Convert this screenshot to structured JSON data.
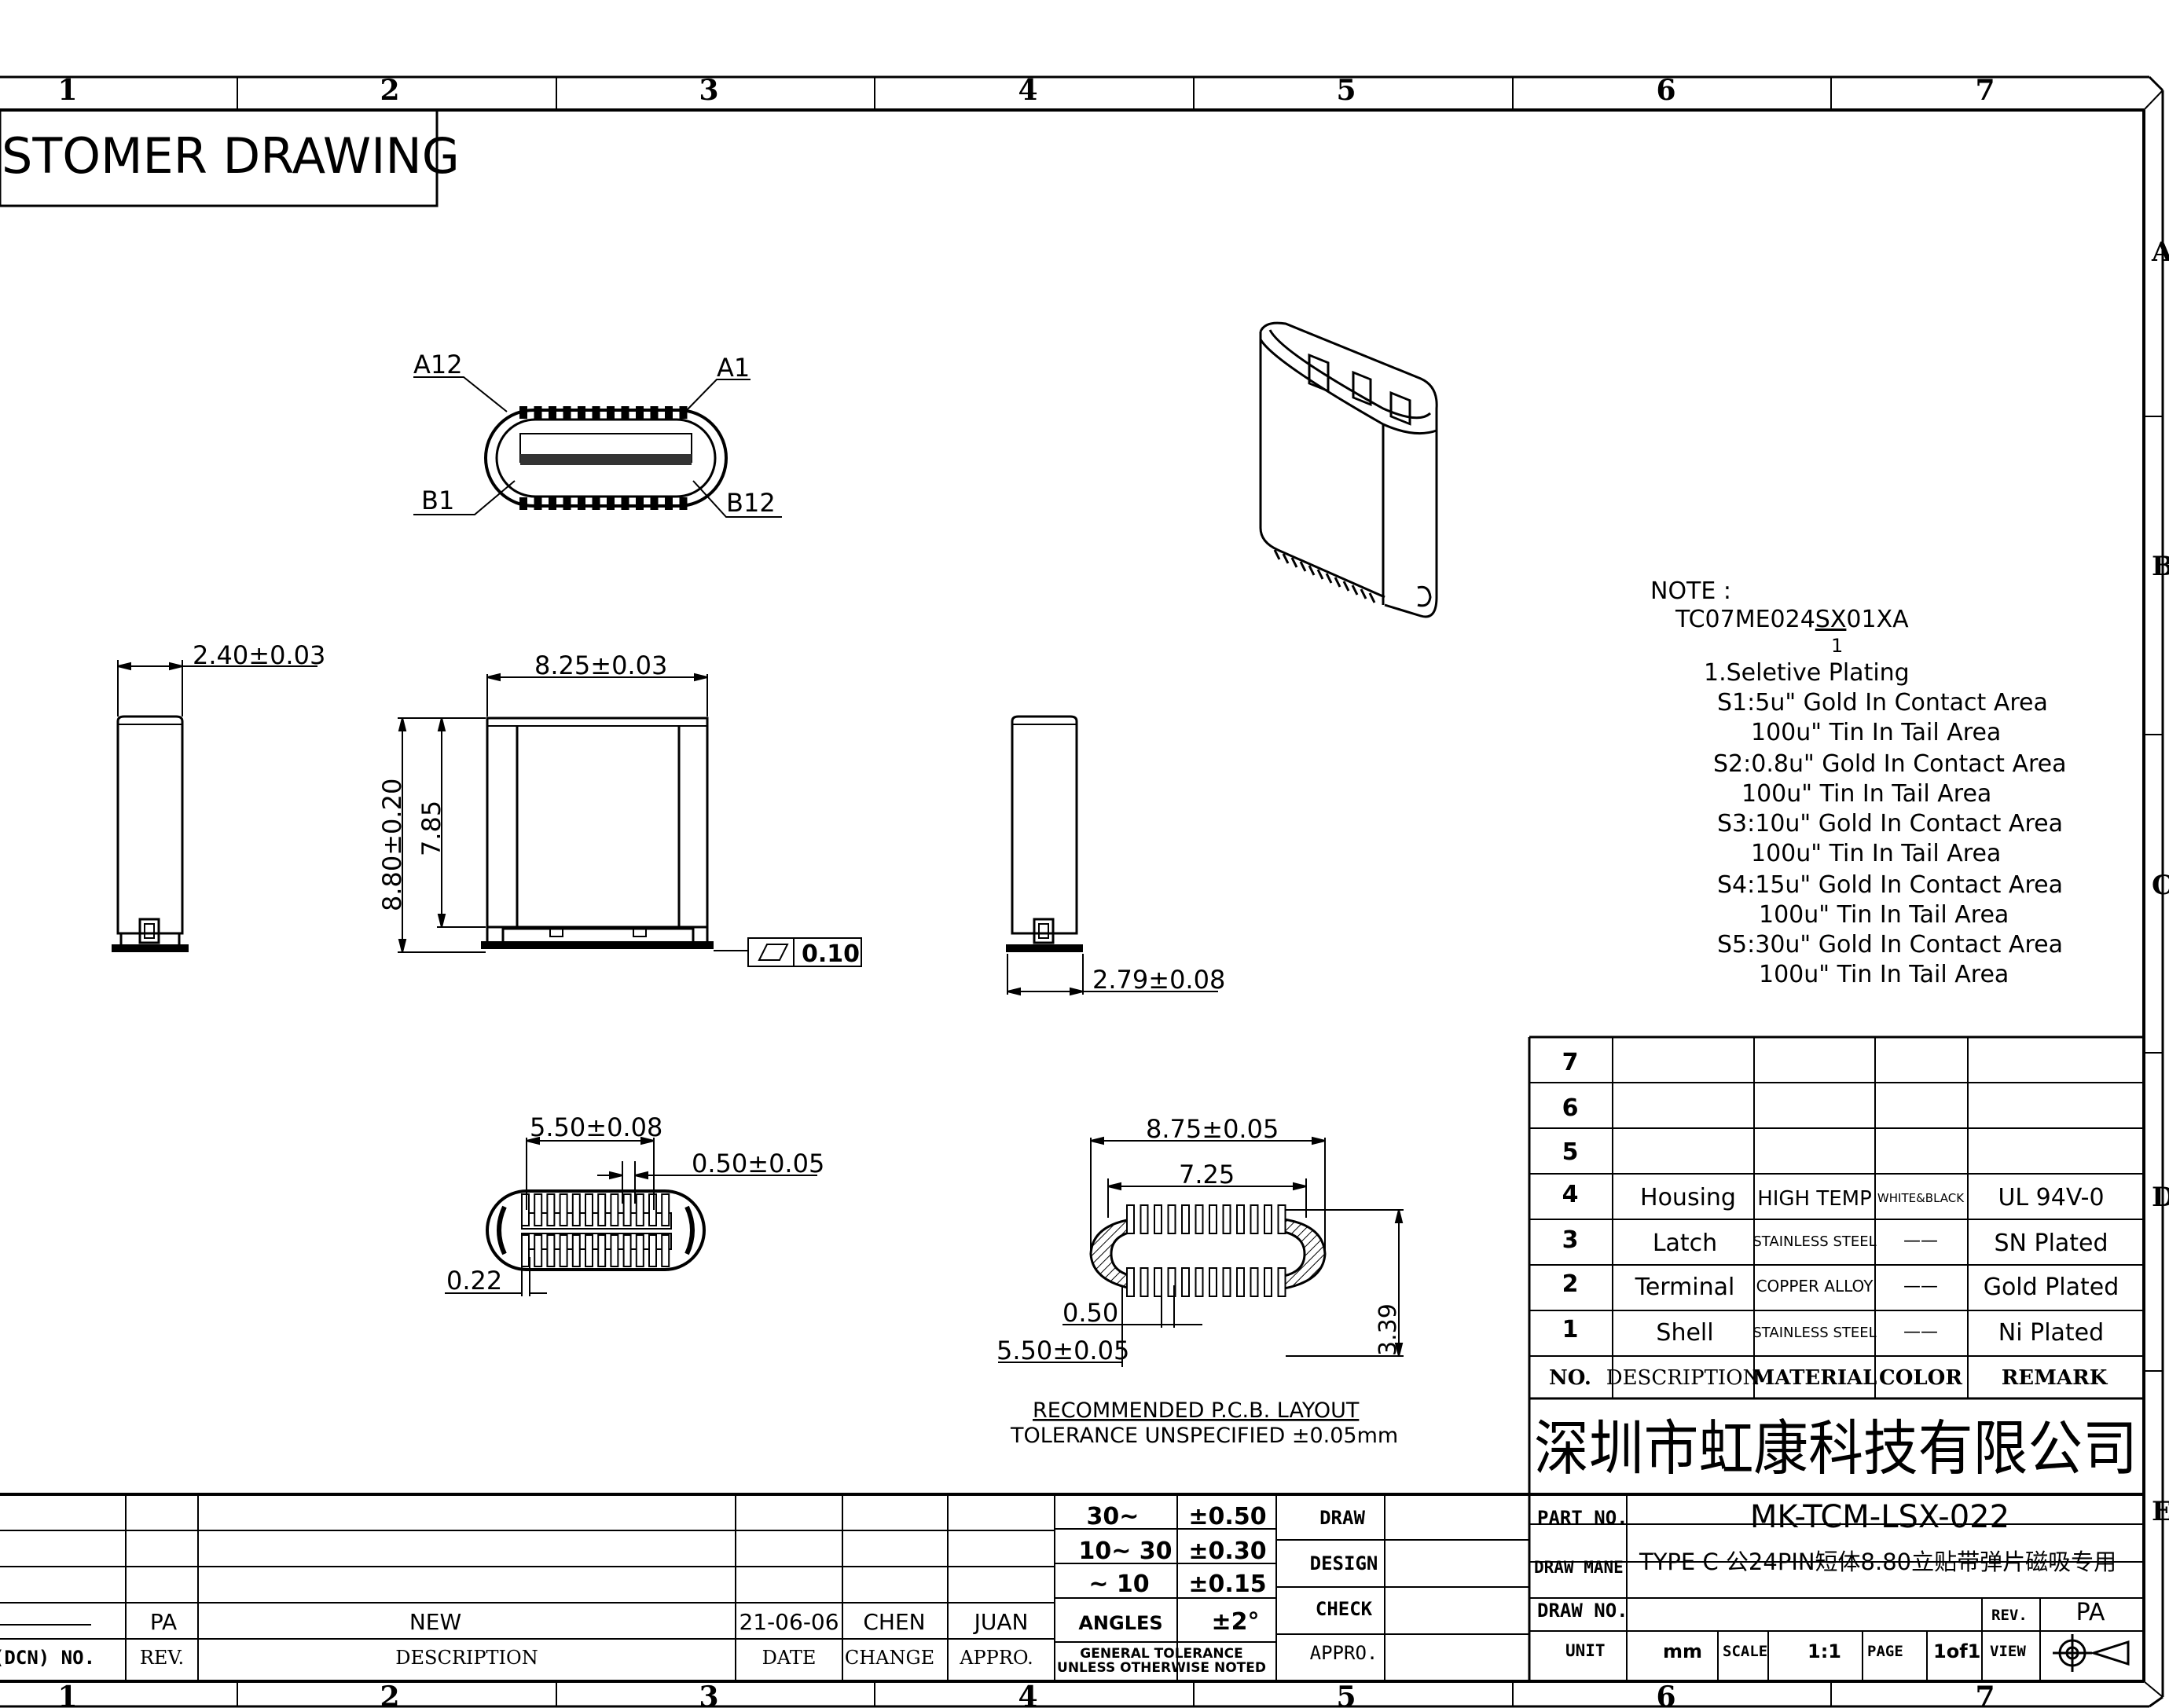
{
  "border": {
    "zone_columns": [
      "1",
      "2",
      "3",
      "4",
      "5",
      "6",
      "7"
    ],
    "zone_rows": [
      "A",
      "B",
      "C",
      "D",
      "E"
    ]
  },
  "header": {
    "title": "STOMER DRAWING"
  },
  "pin_labels": {
    "a12": "A12",
    "a1": "A1",
    "b1": "B1",
    "b12": "B12"
  },
  "dimensions": {
    "side_width": "2.40±0.03",
    "front_width": "8.25±0.03",
    "front_height": "8.80±0.20",
    "front_inner_height": "7.85",
    "flatness": "0.10",
    "side_depth": "2.79±0.08",
    "pitch_span": "5.50±0.08",
    "pad_pitch": "0.50±0.05",
    "pad_width": "0.22",
    "pcb_width": "8.75±0.05",
    "pcb_inner": "7.25",
    "pcb_pitch": "0.50",
    "pcb_span": "5.50±0.05",
    "pcb_height": "3.39"
  },
  "pcb_caption": {
    "line1": "RECOMMENDED   P.C.B.  LAYOUT",
    "line2": "TOLERANCE  UNSPECIFIED  ±0.05mm"
  },
  "notes": {
    "title": "NOTE :",
    "part_code_prefix": "TC07ME024",
    "part_code_mid": "SX",
    "part_code_suffix": "01XA",
    "marker": "1",
    "lines": [
      "1.Seletive  Plating",
      "S1:5u\"  Gold  In  Contact  Area",
      "100u\"  Tin    In  Tail  Area",
      "S2:0.8u\"  Gold  In  Contact  Area",
      "100u\"  Tin    In  Tail  Area",
      "S3:10u\"  Gold  In  Contact  Area",
      "100u\"  Tin    In  Tail  Area",
      "S4:15u\"  Gold  In  Contact  Area",
      "100u\"  Tin    In  Tail  Area",
      "S5:30u\"  Gold  In  Contact  Area",
      "100u\"  Tin    In  Tail  Area"
    ]
  },
  "bom": {
    "empty_rows": [
      "7",
      "6",
      "5"
    ],
    "rows": [
      {
        "no": "4",
        "description": "Housing",
        "material": "HIGH  TEMP",
        "color": "WHITE&BLACK",
        "remark": "UL  94V-0"
      },
      {
        "no": "3",
        "description": "Latch",
        "material": "STAINLESS  STEEL",
        "color": "——",
        "remark": "SN  Plated"
      },
      {
        "no": "2",
        "description": "Terminal",
        "material": "COPPER  ALLOY",
        "color": "——",
        "remark": "Gold  Plated"
      },
      {
        "no": "1",
        "description": "Shell",
        "material": "STAINLESS  STEEL",
        "color": "——",
        "remark": "Ni  Plated"
      }
    ],
    "headers": {
      "no": "NO.",
      "description": "DESCRIPTION",
      "material": "MATERIAL",
      "color": "COLOR",
      "remark": "REMARK"
    }
  },
  "company": "深圳市虹康科技有限公司",
  "title_block": {
    "part_no_label": "PART  NO.",
    "part_no": "MK-TCM-LSX-022",
    "draw_name_label": "DRAW  MANE",
    "draw_name": "TYPE  C   公24PIN短体8.80立贴带弹片磁吸专用",
    "draw_no_label": "DRAW  NO.",
    "rev_label": "REV.",
    "rev": "PA",
    "unit_label": "UNIT",
    "unit": "mm",
    "scale_label": "SCALE",
    "scale": "1:1",
    "page_label": "PAGE",
    "page": "1of1",
    "view_label": "VIEW"
  },
  "tolerance": {
    "rows": [
      {
        "range": "30~",
        "tol": "±0.50"
      },
      {
        "range": "10~  30",
        "tol": "±0.30"
      },
      {
        "range": "~  10",
        "tol": "±0.15"
      },
      {
        "range": "ANGLES",
        "tol": "±2°"
      }
    ],
    "footer_line1": "GENERAL  TOLERANCE",
    "footer_line2": "UNLESS  OTHERWISE  NOTED"
  },
  "signoffs": {
    "draw": "DRAW",
    "design": "DESIGN",
    "check": "CHECK",
    "appro": "APPRO."
  },
  "revision": {
    "rev": "PA",
    "description": "NEW",
    "date": "21-06-06",
    "change": "CHEN",
    "appro": "JUAN",
    "col_dcn": "(DCN)  NO.",
    "col_rev": "REV.",
    "col_desc": "DESCRIPTION",
    "col_date": "DATE",
    "col_change": "CHANGE",
    "col_appro": "APPRO."
  }
}
